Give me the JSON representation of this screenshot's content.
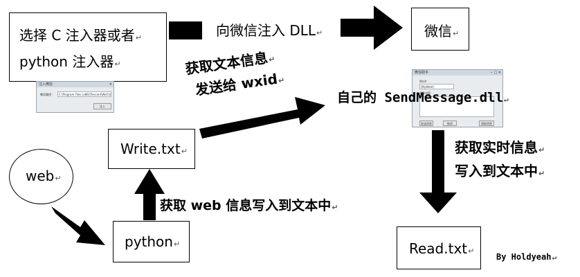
{
  "boxes": {
    "injector": {
      "line1": "选择 C 注入器或者",
      "line2": "python 注入器"
    },
    "wechat": {
      "label": "微信"
    },
    "write_txt": {
      "label": "Write.txt"
    },
    "web": {
      "label": "web"
    },
    "python": {
      "label": "python"
    },
    "read_txt": {
      "label": "Read.txt"
    }
  },
  "arrows": {
    "inject_dll": "向微信注入 DLL",
    "send_wxid": {
      "line1": "获取文本信息",
      "line2": "发送给 wxid"
    },
    "own_dll": "自己的 SendMessage.dll",
    "realtime": {
      "line1": "获取实时信息",
      "line2": "写入到文本中"
    },
    "web_to_text": "获取 web 信息写入到文本中"
  },
  "credit": "By Holdyeah",
  "paragraph_mark": "↵",
  "injector_window": {
    "title": "注入微信",
    "field_label": "微信路径：",
    "field_value": "C:\\Program Files (x86)\\Tencent\\WeChat\\WeC",
    "button": "注入"
  },
  "dll_window": {
    "title": "微信助手",
    "field1_label": "WxId",
    "field1_value": "[MyWeId]",
    "field2_label": "消息内容",
    "btn1": "发送消息",
    "btn2": "取消",
    "btn3": "获取消息"
  }
}
